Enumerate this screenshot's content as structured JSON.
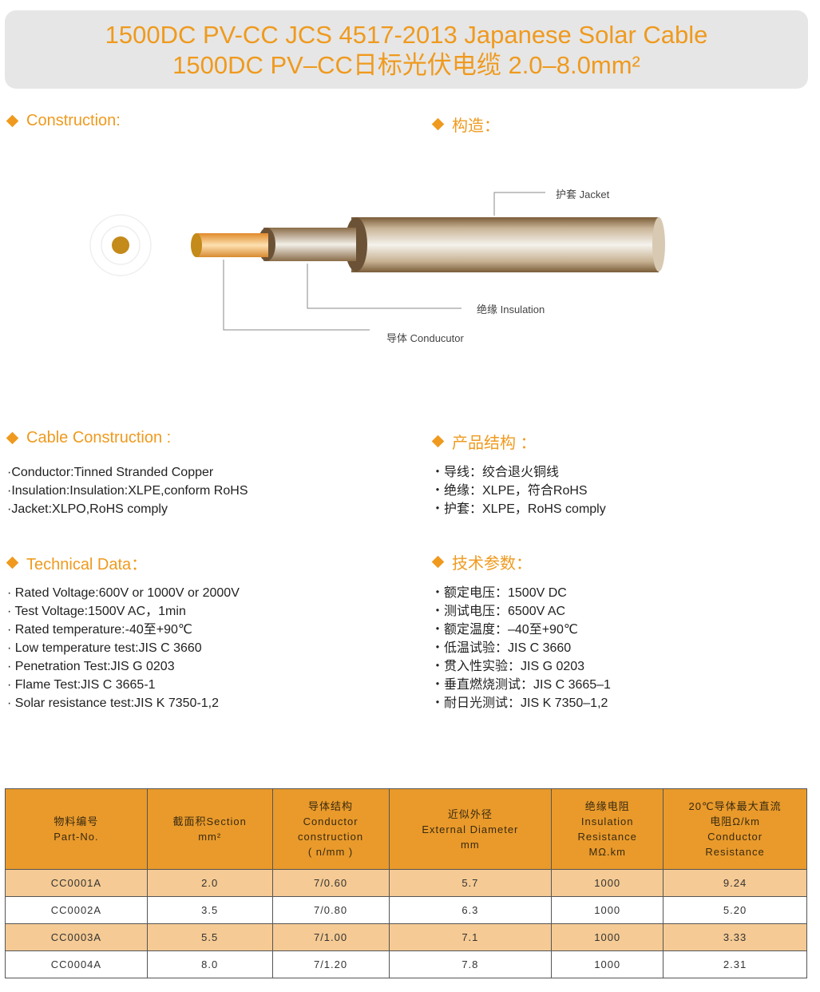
{
  "title": {
    "line1": "1500DC PV-CC JCS 4517-2013 Japanese Solar Cable",
    "line2": "1500DC PV–CC日标光伏电缆 2.0–8.0mm²"
  },
  "sections": {
    "construction_en": "Construction:",
    "construction_cn": "构造：",
    "cable_construction_en": "Cable Construction :",
    "cable_construction_cn": "产品结构 ：",
    "technical_en": "Technical Data：",
    "technical_cn": "技术参数："
  },
  "diagram": {
    "jacket": "护套  Jacket",
    "insulation": "绝缘  Insulation",
    "conductor": "导体  Conducutor"
  },
  "cable_construction_en": [
    "·Conductor:Tinned Stranded Copper",
    "·Insulation:Insulation:XLPE,conform  RoHS",
    "·Jacket:XLPO,RoHS comply"
  ],
  "cable_construction_cn": [
    "・导线：绞合退火铜线",
    "・绝缘：XLPE，符合RoHS",
    "・护套：XLPE，RoHS comply"
  ],
  "technical_en": [
    "· Rated Voltage:600V or 1000V or 2000V",
    "· Test Voltage:1500V AC，1min",
    "· Rated temperature:-40至+90℃",
    "· Low temperature test:JIS C 3660",
    "· Penetration Test:JIS G 0203",
    "· Flame Test:JIS C 3665-1",
    "· Solar resistance test:JIS K 7350-1,2"
  ],
  "technical_cn": [
    "・额定电压：1500V DC",
    "・测试电压：6500V AC",
    "・额定温度：–40至+90℃",
    "・低温试验：JIS C 3660",
    "・贯入性实验：JIS G 0203",
    "・垂直燃烧测试：JIS C 3665–1",
    "・耐日光测试：JIS K 7350–1,2"
  ],
  "table": {
    "headers": [
      [
        "物料编号",
        "Part-No."
      ],
      [
        "截面积Section",
        "mm²"
      ],
      [
        "导体结构",
        "Conductor",
        "construction",
        "( n/mm )"
      ],
      [
        "近似外径",
        "External Diameter",
        "mm"
      ],
      [
        "绝缘电阻",
        "Insulation",
        "Resistance",
        "MΩ.km"
      ],
      [
        "20℃导体最大直流",
        "电阻Ω/km",
        "Conductor",
        "Resistance"
      ]
    ],
    "rows": [
      [
        "CC0001A",
        "2.0",
        "7/0.60",
        "5.7",
        "1000",
        "9.24"
      ],
      [
        "CC0002A",
        "3.5",
        "7/0.80",
        "6.3",
        "1000",
        "5.20"
      ],
      [
        "CC0003A",
        "5.5",
        "7/1.00",
        "7.1",
        "1000",
        "3.33"
      ],
      [
        "CC0004A",
        "8.0",
        "7/1.20",
        "7.8",
        "1000",
        "2.31"
      ]
    ]
  }
}
